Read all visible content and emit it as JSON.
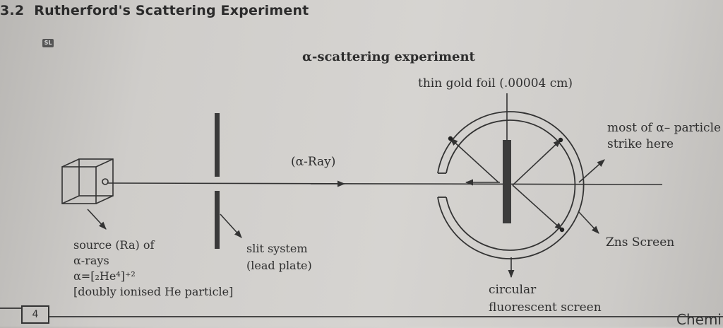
{
  "section": {
    "number": "3.2",
    "title": "Rutherford's Scattering Experiment"
  },
  "badge": "SL",
  "diagram": {
    "title": "α-scattering experiment",
    "labels": {
      "foil": "thin gold foil (.00004 cm)",
      "ray": "(α-Ray)",
      "most_line1": "most of α– particle",
      "most_line2": "strike here",
      "source_line1": "source (Ra) of",
      "source_line2": "α-rays",
      "source_formula": "α=[₂He⁴]⁺²",
      "source_line4": "[doubly ionised He particle]",
      "slit_line1": "slit system",
      "slit_line2": "(lead plate)",
      "zns": "Zns Screen",
      "screen_line1": "circular",
      "screen_line2": "fluorescent screen"
    }
  },
  "page": {
    "number": "4",
    "corner_text": "Chemi"
  }
}
